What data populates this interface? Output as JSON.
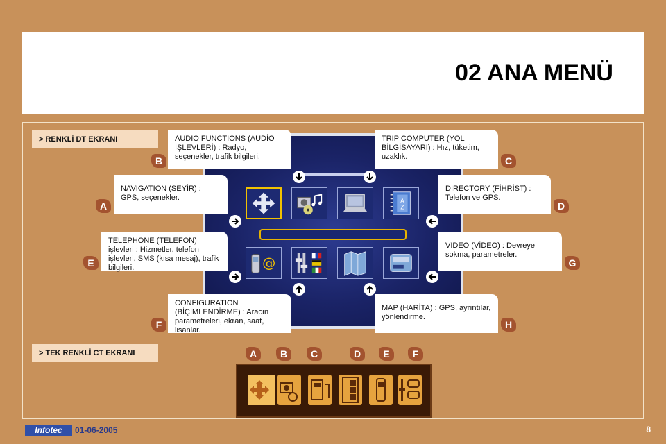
{
  "header": {
    "title": "02 ANA MENÜ"
  },
  "sections": {
    "color_dt": "> RENKLİ DT EKRANI",
    "mono_ct": "> TEK RENKLİ CT EKRANI"
  },
  "callouts": {
    "audio": {
      "badge": "B",
      "text": "AUDIO FUNCTIONS (AUDİO İŞLEVLERİ) : Radyo, seçenekler, trafik bilgileri."
    },
    "trip": {
      "badge": "C",
      "text": "TRIP COMPUTER (YOL BİLGİSAYARI) : Hız, tüketim, uzaklık."
    },
    "navigation": {
      "badge": "A",
      "text": "NAVIGATION (SEYİR) : GPS, seçenekler."
    },
    "directory": {
      "badge": "D",
      "text": "DIRECTORY (FİHRİST) : Telefon ve GPS."
    },
    "telephone": {
      "badge": "E",
      "text": "TELEPHONE (TELEFON) işlevleri : Hizmetler, telefon işlevleri, SMS (kısa mesaj), trafik bilgileri."
    },
    "video": {
      "badge": "G",
      "text": "VIDEO (VİDEO) : Devreye sokma, parametreler."
    },
    "configuration": {
      "badge": "F",
      "text": "CONFIGURATION (BİÇİMLENDİRME) : Aracın parametreleri, ekran, saat, lisanlar."
    },
    "map": {
      "badge": "H",
      "text": "MAP (HARİTA) : GPS, ayrıntılar, yönlendirme."
    }
  },
  "bottom_badges": [
    "A",
    "B",
    "C",
    "D",
    "E",
    "F"
  ],
  "footer": {
    "logo": "Infotec",
    "date": "01-06-2005",
    "page": "8"
  },
  "colors": {
    "background": "#c8915a",
    "badge": "#a3532f",
    "screen": "#1a2366",
    "selection": "#f2c200"
  }
}
